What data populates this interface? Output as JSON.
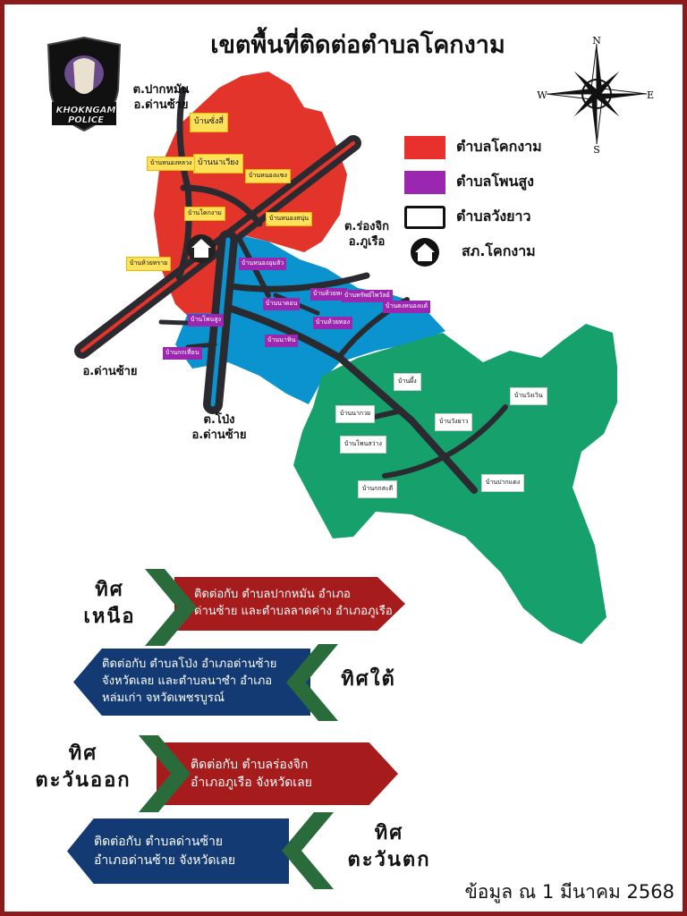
{
  "title": "เขตพื้นที่ติดต่อตำบลโคกงาม",
  "logo": {
    "line1": "KHOKNGAM",
    "line2": "POLICE"
  },
  "compass": {
    "n": "N",
    "s": "S",
    "e": "E",
    "w": "W"
  },
  "legend": [
    {
      "label": "ตำบลโคกงาม",
      "color": "#e8312c"
    },
    {
      "label": "ตำบลโพนสูง",
      "color": "#9b27b0"
    },
    {
      "label": "ตำบลวังยาว",
      "color": "#ffffff"
    },
    {
      "label": "สภ.โคกงาม",
      "icon": "police-station-home-icon"
    }
  ],
  "places": {
    "north": "ต.ปากหมัน อ.ด่านซ้าย",
    "east": "ต.ร่องจิก อ.ภูเรือ",
    "west": "อ.ด่านซ้าย",
    "south": "ต.โป่ง อ.ด่านซ้าย"
  },
  "villages": {
    "khokngam": [
      "บ้านซั่งสี่",
      "บ้านนาเวียง",
      "บ้านหนองหลวง",
      "บ้านหนองแซง",
      "บ้านโคกงาม",
      "บ้านหนองสนุ่น",
      "บ้านห้วยทราย"
    ],
    "phonsung": [
      "บ้านหนองอุมลัว",
      "บ้านห้วยหก",
      "บ้านทรัพย์ไพวัลย์",
      "บ้านดงหนองแต้",
      "บ้านนาดอน",
      "บ้านห้วยทอง",
      "บ้านโพนสูง",
      "บ้านนาหิน",
      "บ้านกกเหี่ยน"
    ],
    "wangyao": [
      "บ้านผึ้ง",
      "บ้านวังเวิน",
      "บ้านนากวย",
      "บ้านวังยาว",
      "บ้านโพนสว่าง",
      "บ้านปากแดง",
      "บ้านกกสะตี"
    ]
  },
  "directions": {
    "north": {
      "head1": "ทิศ",
      "head2": "เหนือ",
      "line1": "ติดต่อกับ  ตำบลปากหมัน อำเภอ",
      "line2": "ด่านซ้าย และตำบลลาดค่าง อำเภอภูเรือ"
    },
    "south": {
      "head": "ทิศใต้",
      "line1": "ติดต่อกับ   ตำบลโป่ง อำเภอด่านซ้าย",
      "line2": "จังหวัดเลย และตำบลนาซำ อำเภอ",
      "line3": "หล่มเก่า จหวัดเพชรบูรณ์"
    },
    "east": {
      "head1": "ทิศ",
      "head2": "ตะวันออก",
      "line1": "ติดต่อกับ   ตำบลร่องจิก",
      "line2": "อำเภอภูเรือ จังหวัดเลย"
    },
    "west": {
      "head1": "ทิศ",
      "head2": "ตะวันตก",
      "line1": "ติดต่อกับ  ตำบลด่านซ้าย",
      "line2": "อำเภอด่านซ้าย จังหวัดเลย"
    }
  },
  "footer": "ข้อมูล ณ 1 มีนาคม 2568"
}
